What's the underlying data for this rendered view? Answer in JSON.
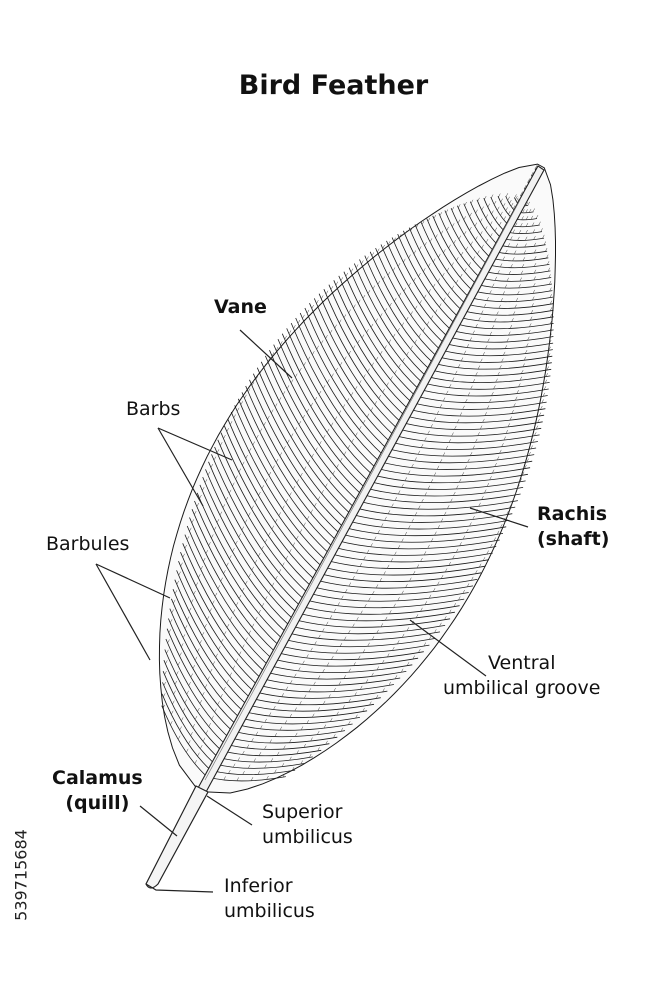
{
  "title": "Bird Feather",
  "labels": {
    "vane": "Vane",
    "barbs": "Barbs",
    "barbules": "Barbules",
    "rachis_1": "Rachis",
    "rachis_2": "(shaft)",
    "ventral_1": "Ventral",
    "ventral_2": "umbilical groove",
    "calamus_1": "Calamus",
    "calamus_2": "(quill)",
    "superior_1": "Superior",
    "superior_2": "umbilicus",
    "inferior_1": "Inferior",
    "inferior_2": "umbilicus"
  },
  "stock_id": "539715684",
  "colors": {
    "ink": "#1a1a1a",
    "shaft_fill": "#f2f2f2",
    "line": "#222222"
  }
}
